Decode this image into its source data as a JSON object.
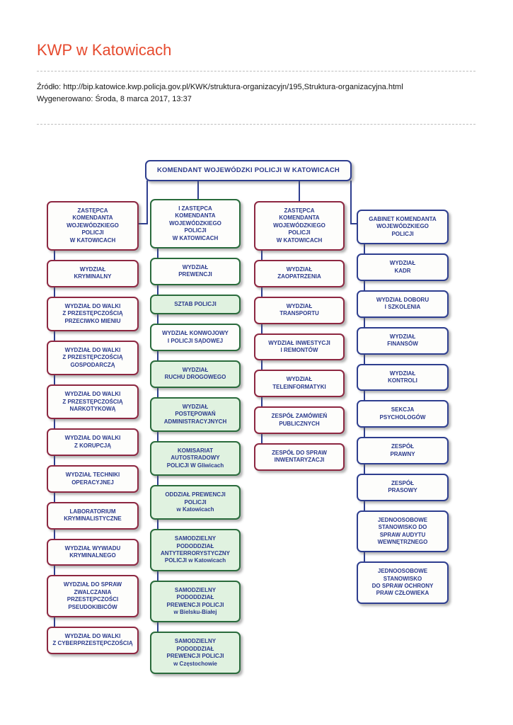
{
  "page": {
    "title": "KWP w Katowicach",
    "source_line": "Źródło: http://bip.katowice.kwp.policja.gov.pl/KWK/struktura-organizacyjn/195,Struktura-organizacyjna.html",
    "generated_line": "Wygenerowano: Środa, 8 marca 2017, 13:37"
  },
  "colors": {
    "title": "#e64a2e",
    "text": "#2b3a8c",
    "navy": "#2e3e8f",
    "maroon": "#8d2741",
    "green": "#2a6b3c",
    "green-bg": "#e0f2e0",
    "box-bg": "#fdfdfb",
    "connector": "#2e3e8f"
  },
  "chart": {
    "type": "org-chart",
    "root": {
      "label": "KOMENDANT WOJEWÓDZKI POLICJI W KATOWICACH"
    },
    "columns": [
      {
        "header": "ZASTĘPCA\nKOMENDANTA\nWOJEWÓDZKIEGO\nPOLICJI\nW KATOWICACH",
        "accent": "maroon",
        "items": [
          {
            "label": "WYDZIAŁ\nKRYMINALNY"
          },
          {
            "label": "WYDZIAŁ DO WALKI\nZ PRZESTĘPCZOŚCIĄ\nPRZECIWKO MIENIU"
          },
          {
            "label": "WYDZIAŁ DO WALKI\nZ PRZESTĘPCZOŚCIĄ\nGOSPODARCZĄ"
          },
          {
            "label": "WYDZIAŁ DO WALKI\nZ PRZESTĘPCZOŚCIĄ\nNARKOTYKOWĄ"
          },
          {
            "label": "WYDZIAŁ DO WALKI\nZ KORUPCJĄ"
          },
          {
            "label": "WYDZIAŁ TECHNIKI\nOPERACYJNEJ"
          },
          {
            "label": "LABORATORIUM\nKRYMINALISTYCZNE"
          },
          {
            "label": "WYDZIAŁ WYWIADU\nKRYMINALNEGO"
          },
          {
            "label": "WYDZIAŁ DO SPRAW\nZWALCZANIA\nPRZESTĘPCZOŚCI\nPSEUDOKIBICÓW"
          },
          {
            "label": "WYDZIAŁ DO WALKI\nZ CYBERPRZESTĘPCZOŚCIĄ"
          }
        ]
      },
      {
        "header": "I ZASTĘPCA\nKOMENDANTA\nWOJEWÓDZKIEGO\nPOLICJI\nW KATOWICACH",
        "accent": "green",
        "items": [
          {
            "label": "WYDZIAŁ\nPREWENCJI"
          },
          {
            "label": "SZTAB POLICJI",
            "highlight": true
          },
          {
            "label": "WYDZIAŁ KONWOJOWY\nI POLICJI SĄDOWEJ"
          },
          {
            "label": "WYDZIAŁ\nRUCHU DROGOWEGO",
            "highlight": true
          },
          {
            "label": "WYDZIAŁ\nPOSTĘPOWAŃ\nADMINISTRACYJNYCH",
            "highlight": true
          },
          {
            "label": "KOMISARIAT\nAUTOSTRADOWY\nPOLICJI W Gliwicach",
            "highlight": true
          },
          {
            "label": "ODDZIAŁ PREWENCJI\nPOLICJI\nw Katowicach",
            "highlight": true
          },
          {
            "label": "SAMODZIELNY\nPODODDZIAŁ\nANTYTERRORYSTYCZNY\nPOLICJI w Katowicach",
            "highlight": true
          },
          {
            "label": "SAMODZIELNY\nPODODDZIAŁ\nPREWENCJI POLICJI\nw Bielsku-Białej",
            "highlight": true
          },
          {
            "label": "SAMODZIELNY\nPODODDZIAŁ\nPREWENCJI POLICJI\nw Częstochowie",
            "highlight": true
          }
        ]
      },
      {
        "header": "ZASTĘPCA\nKOMENDANTA\nWOJEWÓDZKIEGO\nPOLICJI\nW KATOWICACH",
        "accent": "maroon",
        "items": [
          {
            "label": "WYDZIAŁ\nZAOPATRZENIA"
          },
          {
            "label": "WYDZIAŁ\nTRANSPORTU"
          },
          {
            "label": "WYDZIAŁ INWESTYCJI\nI REMONTÓW"
          },
          {
            "label": "WYDZIAŁ\nTELEINFORMATYKI"
          },
          {
            "label": "ZESPÓŁ ZAMÓWIEŃ\nPUBLICZNYCH"
          },
          {
            "label": "ZESPÓŁ DO SPRAW\nINWENTARYZACJI"
          }
        ]
      },
      {
        "header": "GABINET KOMENDANTA\nWOJEWÓDZKIEGO\nPOLICJI",
        "accent": "navy",
        "items": [
          {
            "label": "WYDZIAŁ\nKADR"
          },
          {
            "label": "WYDZIAŁ DOBORU\nI SZKOLENIA"
          },
          {
            "label": "WYDZIAŁ\nFINANSÓW"
          },
          {
            "label": "WYDZIAŁ\nKONTROLI"
          },
          {
            "label": "SEKCJA\nPSYCHOLOGÓW"
          },
          {
            "label": "ZESPÓŁ\nPRAWNY"
          },
          {
            "label": "ZESPÓŁ\nPRASOWY"
          },
          {
            "label": "JEDNOOSOBOWE\nSTANOWISKO DO\nSPRAW AUDYTU\nWEWNĘTRZNEGO"
          },
          {
            "label": "JEDNOOSOBOWE\nSTANOWISKO\nDO SPRAW OCHRONY\nPRAW CZŁOWIEKA"
          }
        ]
      }
    ]
  }
}
